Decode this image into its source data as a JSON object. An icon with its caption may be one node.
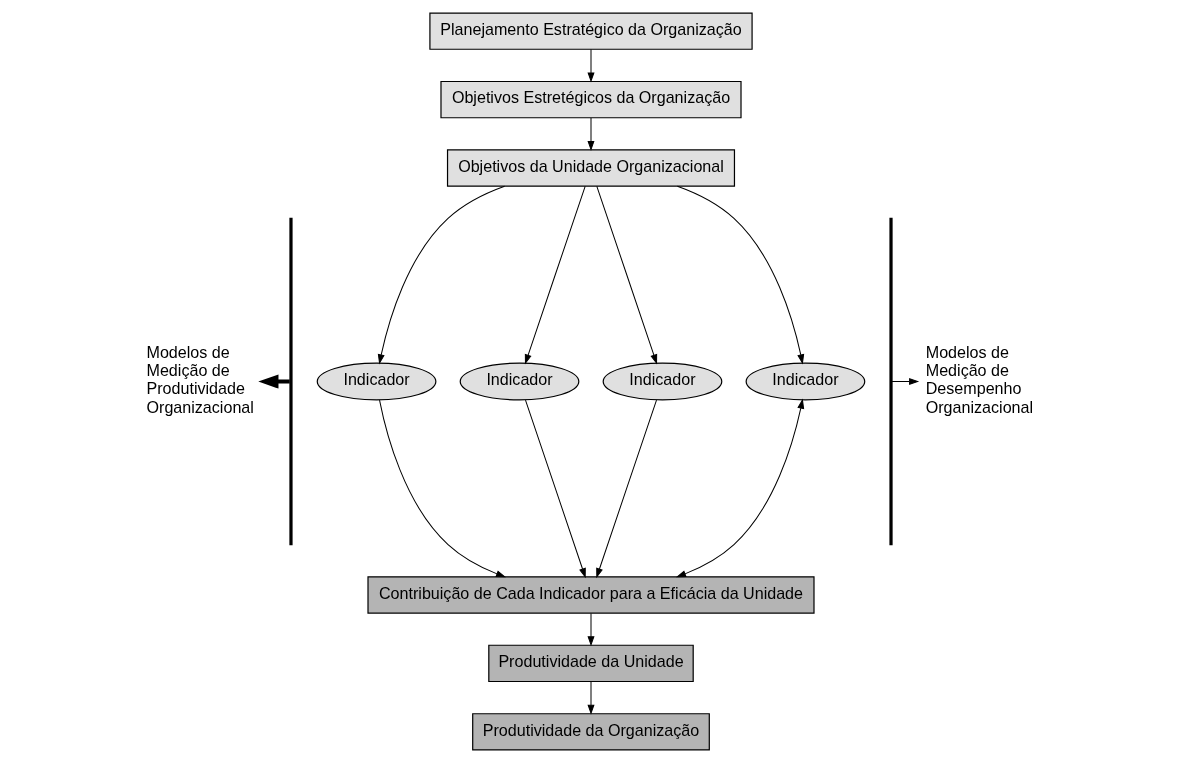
{
  "diagram": {
    "nodes": [
      {
        "text": [
          "Planejamento Estratégico da Organização"
        ]
      },
      {
        "text": [
          "Objetivos Estretégicos da Organização"
        ]
      },
      {
        "text": [
          "Objetivos da Unidade Organizacional"
        ]
      },
      {
        "text": [
          "Indicador"
        ]
      },
      {
        "text": [
          "Indicador"
        ]
      },
      {
        "text": [
          "Indicador"
        ]
      },
      {
        "text": [
          "Indicador"
        ]
      },
      {
        "text": [
          "Contribuição de Cada Indicador para a Eficácia da Unidade"
        ]
      },
      {
        "text": [
          "Produtividade da Unidade"
        ]
      },
      {
        "text": [
          "Produtividade da Organização"
        ]
      },
      {
        "text": [],
        "shape": "bracket"
      },
      {
        "text": [],
        "shape": "bracket"
      },
      {
        "text": [
          "Modelos de Medição de Produtividade Organizacional"
        ]
      },
      {
        "text": [
          "Modelos de Medição de Desempenho Organizacional"
        ]
      }
    ],
    "edges": [
      {
        "from": 0,
        "to": 1,
        "arrow": "to"
      },
      {
        "from": 1,
        "to": 2,
        "arrow": "to"
      },
      {
        "from": 2,
        "to": 3,
        "arrow": "to"
      },
      {
        "from": 2,
        "to": 4,
        "arrow": "to"
      },
      {
        "from": 2,
        "to": 5,
        "arrow": "to"
      },
      {
        "from": 2,
        "to": 6,
        "arrow": "to"
      },
      {
        "from": 3,
        "to": 7,
        "arrow": "to"
      },
      {
        "from": 4,
        "to": 7,
        "arrow": "to"
      },
      {
        "from": 5,
        "to": 7,
        "arrow": "to"
      },
      {
        "from": 6,
        "to": 7,
        "arrow": "both"
      },
      {
        "from": 7,
        "to": 8,
        "arrow": "to"
      },
      {
        "from": 8,
        "to": 9,
        "arrow": "to"
      },
      {
        "from": 10,
        "to": 12,
        "arrow": "to",
        "style": "thick"
      },
      {
        "from": 11,
        "to": 13,
        "arrow": "to"
      }
    ]
  }
}
